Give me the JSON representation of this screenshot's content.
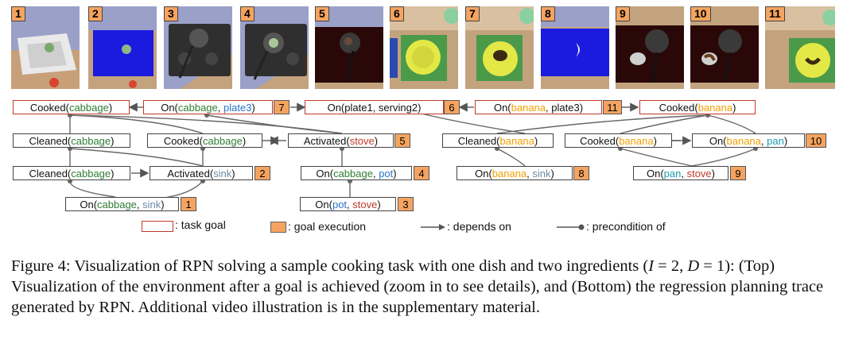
{
  "frames": [
    "1",
    "2",
    "3",
    "4",
    "5",
    "6",
    "7",
    "8",
    "9",
    "10",
    "11"
  ],
  "nodes": {
    "n_cooked_cabbage_top": {
      "pred": "Cooked(",
      "a": "cabbage",
      "sep": "",
      "b": "",
      "end": ")"
    },
    "n_on_cab_plate3": {
      "pred": "On(",
      "a": "cabbage",
      "sep": ", ",
      "b": "plate3",
      "end": ")"
    },
    "n_on_plate1_serving2": {
      "pred": "On(",
      "a": "plate1",
      "sep": ", ",
      "b": "serving2",
      "end": ")"
    },
    "n_on_ban_plate3": {
      "pred": "On(",
      "a": "banana",
      "sep": ", ",
      "b": "plate3",
      "end": ")"
    },
    "n_cooked_banana_top": {
      "pred": "Cooked(",
      "a": "banana",
      "sep": "",
      "b": "",
      "end": ")"
    },
    "n_cleaned_cab_1": {
      "pred": "Cleaned(",
      "a": "cabbage",
      "sep": "",
      "b": "",
      "end": ")"
    },
    "n_cooked_cab_2": {
      "pred": "Cooked(",
      "a": "cabbage",
      "sep": "",
      "b": "",
      "end": ")"
    },
    "n_activated_stove": {
      "pred": "Activated(",
      "a": "stove",
      "sep": "",
      "b": "",
      "end": ")"
    },
    "n_cleaned_ban": {
      "pred": "Cleaned(",
      "a": "banana",
      "sep": "",
      "b": "",
      "end": ")"
    },
    "n_cooked_ban_2": {
      "pred": "Cooked(",
      "a": "banana",
      "sep": "",
      "b": "",
      "end": ")"
    },
    "n_on_ban_pan": {
      "pred": "On(",
      "a": "banana",
      "sep": ", ",
      "b": "pan",
      "end": ")"
    },
    "n_cleaned_cab_2": {
      "pred": "Cleaned(",
      "a": "cabbage",
      "sep": "",
      "b": "",
      "end": ")"
    },
    "n_activated_sink": {
      "pred": "Activated(",
      "a": "sink",
      "sep": "",
      "b": "",
      "end": ")"
    },
    "n_on_cab_pot": {
      "pred": "On(",
      "a": "cabbage",
      "sep": ", ",
      "b": "pot",
      "end": ")"
    },
    "n_on_ban_sink": {
      "pred": "On(",
      "a": "banana",
      "sep": ", ",
      "b": "sink",
      "end": ")"
    },
    "n_on_pan_stove": {
      "pred": "On(",
      "a": "pan",
      "sep": ", ",
      "b": "stove",
      "end": ")"
    },
    "n_on_cab_sink": {
      "pred": "On(",
      "a": "cabbage",
      "sep": ", ",
      "b": "sink",
      "end": ")"
    },
    "n_on_pot_stove": {
      "pred": "On(",
      "a": "pot",
      "sep": ", ",
      "b": "stove",
      "end": ")"
    }
  },
  "exec": {
    "e7": "7",
    "e6": "6",
    "e11": "11",
    "e5": "5",
    "e10": "10",
    "e2": "2",
    "e4": "4",
    "e8": "8",
    "e9": "9",
    "e1": "1",
    "e3": "3"
  },
  "legend": {
    "task_goal": ": task goal",
    "goal_execution": ": goal execution",
    "depends_on": ": depends on",
    "precondition_of": ": precondition of"
  },
  "caption": {
    "p1": "Figure 4:  Visualization of RPN solving a sample cooking task with one dish and two ingredients (",
    "I": "I",
    "p2": " = 2, ",
    "D": "D",
    "p3": " = 1): (Top) Visualization of the environment after a goal is achieved (zoom in to see details), and (Bottom) the regression planning trace generated by RPN. Additional video illustration is in the supplementary material."
  },
  "colors": {
    "goal_border": "#c0392b",
    "exec_fill": "#f4a460",
    "cabbage": "#2e7d32",
    "banana": "#f0a000",
    "object": "#2a74c9",
    "stove": "#c0392b",
    "pan": "#1a9fb0"
  }
}
